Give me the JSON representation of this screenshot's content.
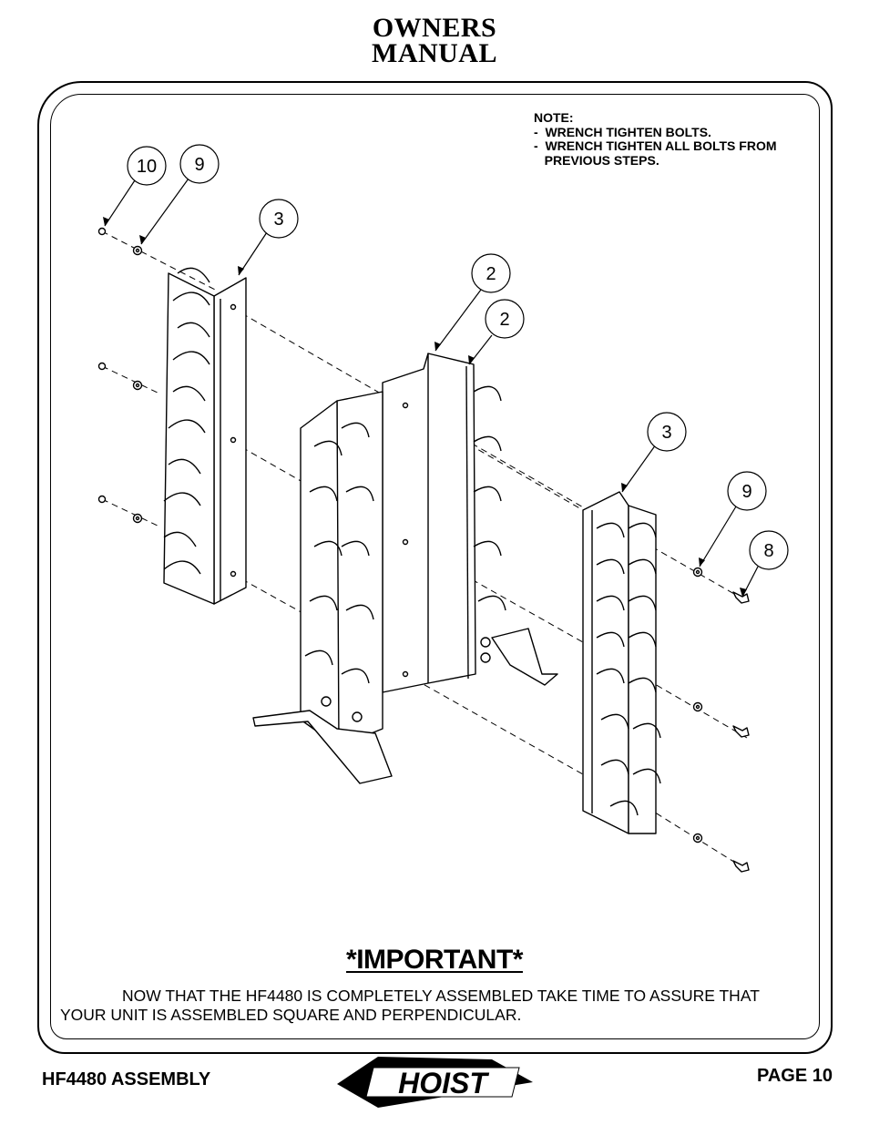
{
  "header": {
    "title_line1": "OWNERS",
    "title_line2": "MANUAL"
  },
  "note": {
    "heading": "NOTE:",
    "line1": "-  WRENCH TIGHTEN BOLTS.",
    "line2": "-  WRENCH TIGHTEN ALL BOLTS FROM",
    "line3": "   PREVIOUS STEPS."
  },
  "callouts": {
    "c10": "10",
    "c9a": "9",
    "c3a": "3",
    "c2a": "2",
    "c2b": "2",
    "c3b": "3",
    "c9b": "9",
    "c8": "8"
  },
  "important": {
    "heading": "*IMPORTANT*",
    "line1": "NOW THAT THE HF4480 IS COMPLETELY ASSEMBLED TAKE TIME TO ASSURE THAT",
    "line2": "YOUR UNIT IS ASSEMBLED SQUARE AND PERPENDICULAR."
  },
  "footer": {
    "left": "HF4480 ASSEMBLY",
    "right": "PAGE 10",
    "logo_text": "HOIST"
  }
}
